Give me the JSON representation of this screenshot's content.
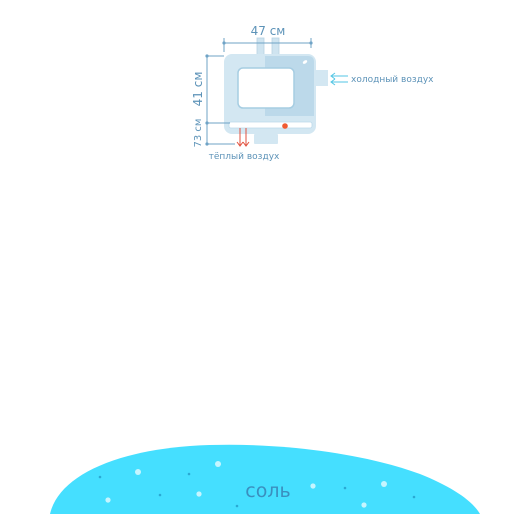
{
  "labels": {
    "width": "47 см",
    "height": "41 см",
    "depth": "73 см",
    "cold_air": "холодный воздух",
    "warm_air": "тёплый воздух",
    "salt": "соль"
  },
  "colors": {
    "dimension_line": "#6fa3c6",
    "heater_body": "#d3e7f2",
    "heater_panel": "#b9d7e8",
    "cold_arrow": "#53c6e4",
    "warm_arrow": "#e2523f",
    "salt_mound": "#45dfff",
    "salt_crystals": "#c6f5ff"
  }
}
